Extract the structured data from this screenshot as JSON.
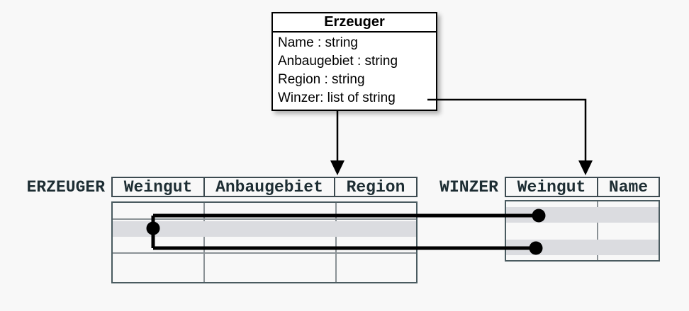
{
  "class_box": {
    "title": "Erzeuger",
    "attributes": [
      "Name : string",
      "Anbaugebiet : string",
      "Region : string",
      "Winzer: list of string"
    ]
  },
  "tables": {
    "erzeuger": {
      "label": "ERZEUGER",
      "columns": [
        "Weingut",
        "Anbaugebiet",
        "Region"
      ],
      "row_count": 4,
      "highlighted_rows": [
        2
      ]
    },
    "winzer": {
      "label": "WINZER",
      "columns": [
        "Weingut",
        "Name"
      ],
      "row_count": 3,
      "highlighted_rows": [
        1,
        3
      ]
    }
  },
  "connectors": {
    "arrow_from_class_to_erzeuger_table": "down-arrow",
    "arrow_from_winzer_attribute_to_winzer_table": "elbow-down-arrow",
    "record_links": "dot in ERZEUGER row 2 linked to dots in WINZER rows 1 and 3"
  },
  "colors": {
    "background": "#f8f8f8",
    "class_box_background": "#ffffff",
    "class_box_border": "#000000",
    "table_border": "#3c4a50",
    "grid_line": "#8b9296",
    "row_highlight": "#dbdce0",
    "label_text": "#1d2d33",
    "connector": "#000000"
  }
}
